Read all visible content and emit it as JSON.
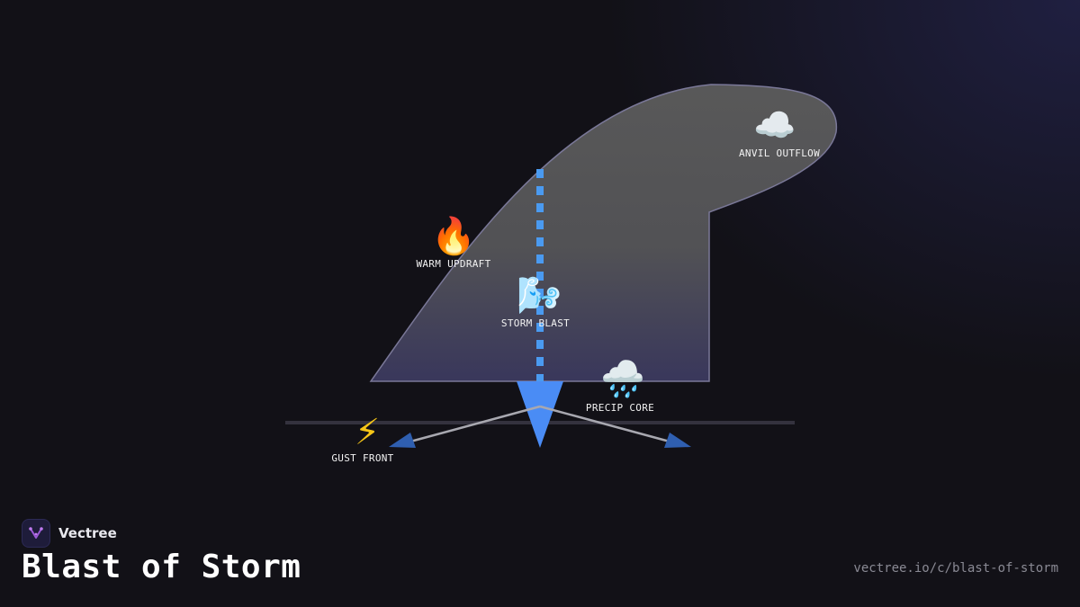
{
  "diagram": {
    "labels": {
      "anvil": "ANVIL OUTFLOW",
      "updraft": "WARM UPDRAFT",
      "blast": "STORM BLAST",
      "precip": "PRECIP CORE",
      "gust": "GUST FRONT"
    },
    "icons": {
      "anvil": "☁️",
      "updraft": "🔥",
      "blast": "🌬️",
      "precip": "🌧️",
      "gust": "⚡"
    },
    "colors": {
      "cloud_fill_top": "#5a5a5a",
      "cloud_fill_bottom": "#3a385e",
      "cloud_stroke": "#7a7898",
      "downdraft": "#4a90f0",
      "outflow_arrow": "#2f5fb0",
      "ground": "#34323e"
    }
  },
  "brand": {
    "name": "Vectree"
  },
  "title": "Blast of Storm",
  "url": "vectree.io/c/blast-of-storm"
}
